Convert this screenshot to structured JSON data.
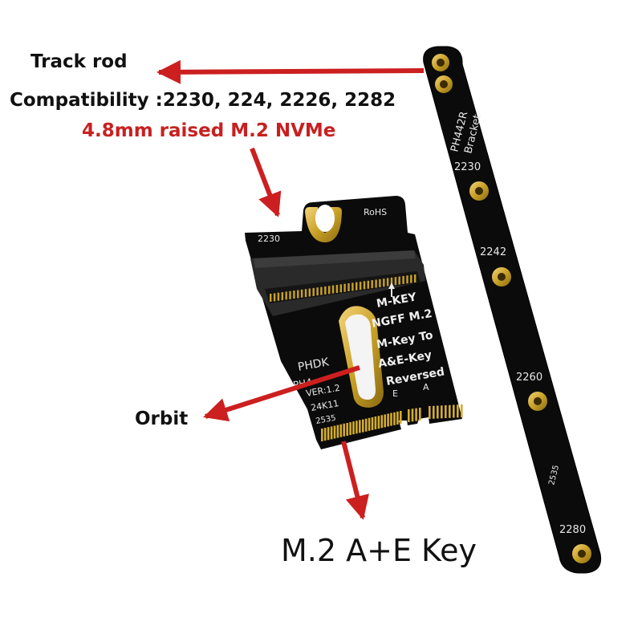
{
  "callouts": {
    "track_rod": "Track rod",
    "compatibility": "Compatibility :2230, 224, 2226, 2282",
    "raised": "4.8mm raised M.2 NVMe",
    "orbit": "Orbit",
    "key": "M.2 A+E Key"
  },
  "adapter_board": {
    "size_mark": "2230",
    "rohs": "RoHS",
    "mkey": "M-KEY",
    "line1": "NGFF M.2",
    "line2": "M-Key To",
    "line3": "A&E-Key",
    "line4": "Reversed",
    "brand": "PHDK",
    "model_partial": "PH4",
    "version": "VER:1.2",
    "date_code": "24K11",
    "lot": "2535",
    "key_e": "E",
    "key_a": "A"
  },
  "bracket": {
    "model": "PH442R",
    "type": "Bracket",
    "positions": [
      "2230",
      "2242",
      "2260",
      "2280"
    ],
    "lot": "2535"
  },
  "colors": {
    "arrow": "#cc1f1f",
    "pcb": "#0b0b0b",
    "gold": "#c9a227",
    "callout_text": "#111111",
    "accent_text": "#c82020"
  }
}
